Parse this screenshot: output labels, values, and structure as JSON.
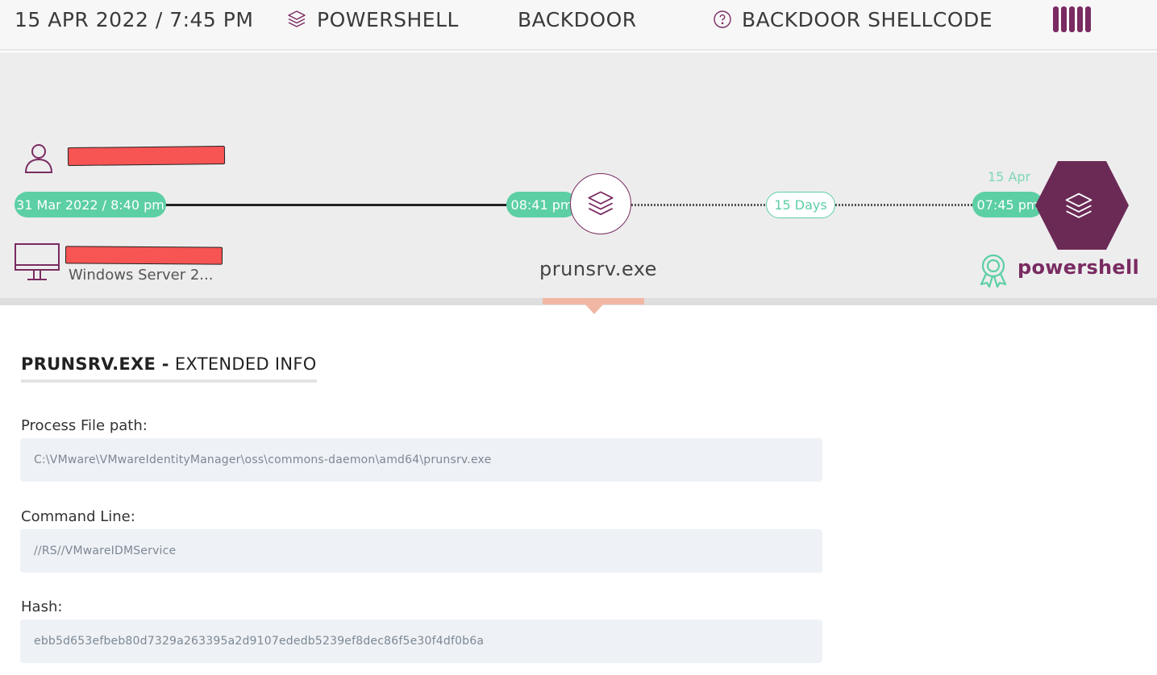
{
  "header": {
    "datetime": "15 APR 2022 / 7:45 PM",
    "process": "POWERSHELL",
    "category": "BACKDOOR",
    "detection": "BACKDOOR SHELLCODE",
    "process_icon": "layers-icon",
    "detection_icon": "question-circle-icon",
    "severity_bars": 5,
    "accent_color": "#7a2b62"
  },
  "timeline": {
    "user_icon": "user-icon",
    "host_icon": "monitor-icon",
    "os": "Windows Server 2...",
    "start_time": "31 Mar 2022 / 8:40 pm",
    "mid_time": "08:41 pm",
    "mid_process": "prunsrv.exe",
    "gap": "15 Days",
    "end_date": "15 Apr",
    "end_time": "07:45 pm",
    "end_process": "powershell",
    "end_badge_icon": "award-ribbon-icon",
    "pill_color": "#5ccfa4"
  },
  "details": {
    "title_bold": "PRUNSRV.EXE -",
    "title_rest": "EXTENDED INFO",
    "fields": [
      {
        "label": "Process File path:",
        "value": "C:\\VMware\\VMwareIdentityManager\\oss\\commons-daemon\\amd64\\prunsrv.exe"
      },
      {
        "label": "Command Line:",
        "value": "//RS//VMwareIDMService"
      },
      {
        "label": "Hash:",
        "value": "ebb5d653efbeb80d7329a263395a2d9107ededb5239ef8dec86f5e30f4df0b6a"
      }
    ]
  }
}
